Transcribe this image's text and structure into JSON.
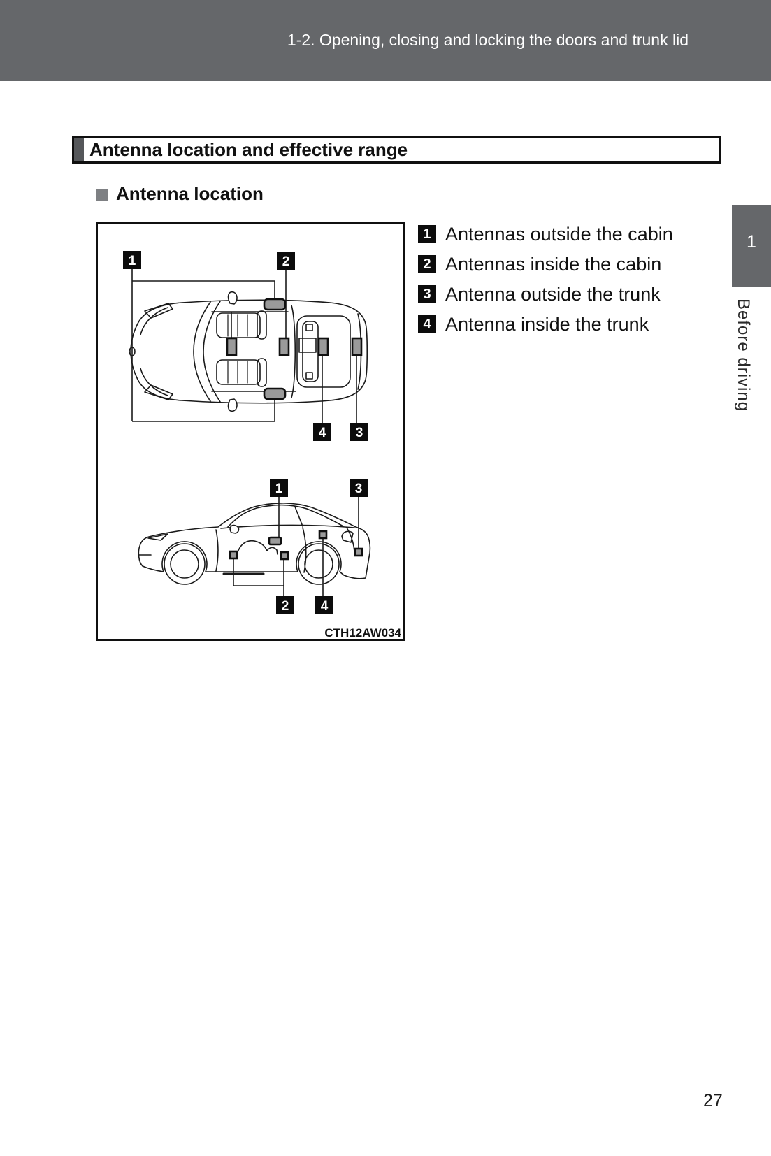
{
  "header": {
    "breadcrumb": "1-2. Opening, closing and locking the doors and trunk lid"
  },
  "section": {
    "title": "Antenna location and effective range",
    "subsection_title": "Antenna location"
  },
  "legend": [
    {
      "num": "1",
      "label": "Antennas outside the cabin"
    },
    {
      "num": "2",
      "label": "Antennas inside the cabin"
    },
    {
      "num": "3",
      "label": "Antenna outside the trunk"
    },
    {
      "num": "4",
      "label": "Antenna inside the trunk"
    }
  ],
  "figure": {
    "code": "CTH12AW034",
    "top_view": {
      "callouts": [
        "1",
        "2",
        "4",
        "3"
      ]
    },
    "side_view": {
      "callouts": [
        "1",
        "3",
        "2",
        "4"
      ]
    }
  },
  "sidebar": {
    "chapter_number": "1",
    "chapter_title": "Before driving"
  },
  "page_number": "27",
  "colors": {
    "header_bar": "#65676a",
    "accent_bar": "#55575a",
    "subsection_bullet": "#7e8083",
    "callout_black": "#0c0c0c",
    "marker_gray_fill": "#9a9a9a"
  }
}
